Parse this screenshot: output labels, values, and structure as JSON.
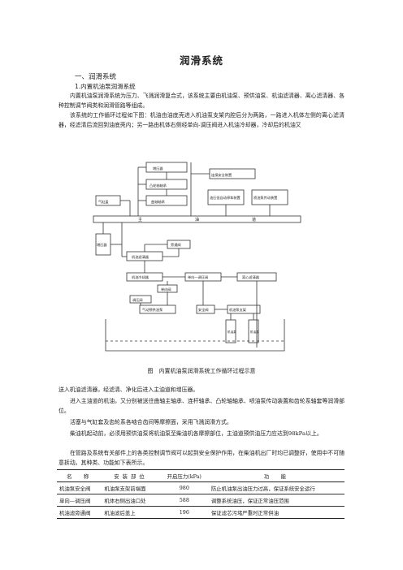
{
  "doc": {
    "title": "润滑系统",
    "section": "一、润滑系统",
    "subsection": "1.内置机油泵润滑系统",
    "p1": "内置机油泵润滑系统为压力、飞溅润滑复合式，该系统主要由机油泵、预供油泵、机油滤清器、离心滤清器、各种控制调节阀类和润滑管路等组成。",
    "p2": "该系统的工作循环过程如下图：机油由油底壳进入机油泵支架内腔后分为两路，一路进入机体左侧的离心滤清器，经滤清后流回到油底壳内；另一路由机体右侧经单向-调压阀进入机油冷却器，冷却后的机油又",
    "caption": "图　内置机油泵润滑系统工作循环过程示意",
    "p3": "送入机油滤清器，经滤清、净化后进入主油道和增压器。",
    "p4": "进入主油道的机油，又分别被送往曲轴主轴承、连杆轴承、凸轮轴轴承、喷油泵传动装置和齿轮系轴套等润滑部位。",
    "p5": "活塞与气缸套及齿轮系各啮合齿间等摩擦面，采用飞溅润滑方式。",
    "p6": "柴油机起动前，必须用预供油泵将机油泵至柴油机各摩擦部位，主油道预供油压力应达到98kPa以上。",
    "p7": "在管路及系统有关部件上的各类控制调节阀可以起到安全保护作用，在柴油机出厂时均已调整好，使用中不可随意拆动。其种类、功能如下表所示。"
  },
  "diagram": {
    "labels": {
      "zengyaqi": "增压器",
      "tulun": "凸轮轴轴承",
      "quzhou": "曲轴轴承",
      "qigangai": "气缸盖",
      "chuansu": "连接安全装置",
      "yushi": "油压低自动停车装置",
      "penyou": "喷油泵传动装置",
      "zhu": "主",
      "you": "油",
      "dao": "道",
      "zengyaqi2": "增压器",
      "youfan": "旁通阀",
      "jilvqi": "机油滤清器",
      "lengque": "机油冷却器",
      "danxiang": "单向—调压阀",
      "lixin": "离心滤清器",
      "danxiangfa": "单向阀",
      "tiaoyafa": "调压阀",
      "qidong": "气动预供油泵",
      "anquanfa": "安全阀",
      "zhijia": "机油泵支架",
      "jiyoubeng1": "机油泵",
      "jiyoubeng2": "机油泵"
    }
  },
  "table": {
    "headers": [
      "名　称",
      "安装部位",
      "开启压力(kPa)",
      "功　能"
    ],
    "rows": [
      [
        "机油泵安全阀",
        "机油泵支架前端面",
        "980",
        "防止机油泵出油压力过高，保证系统安全运行"
      ],
      [
        "单向—调压阀",
        "机体右侧出油口处",
        "588",
        "调整系统油压，保证正常油压范围"
      ],
      [
        "机油滤旁通阀",
        "机油滤后盖上",
        "196",
        "保证滤芯污堵严重时正常供油"
      ]
    ]
  }
}
